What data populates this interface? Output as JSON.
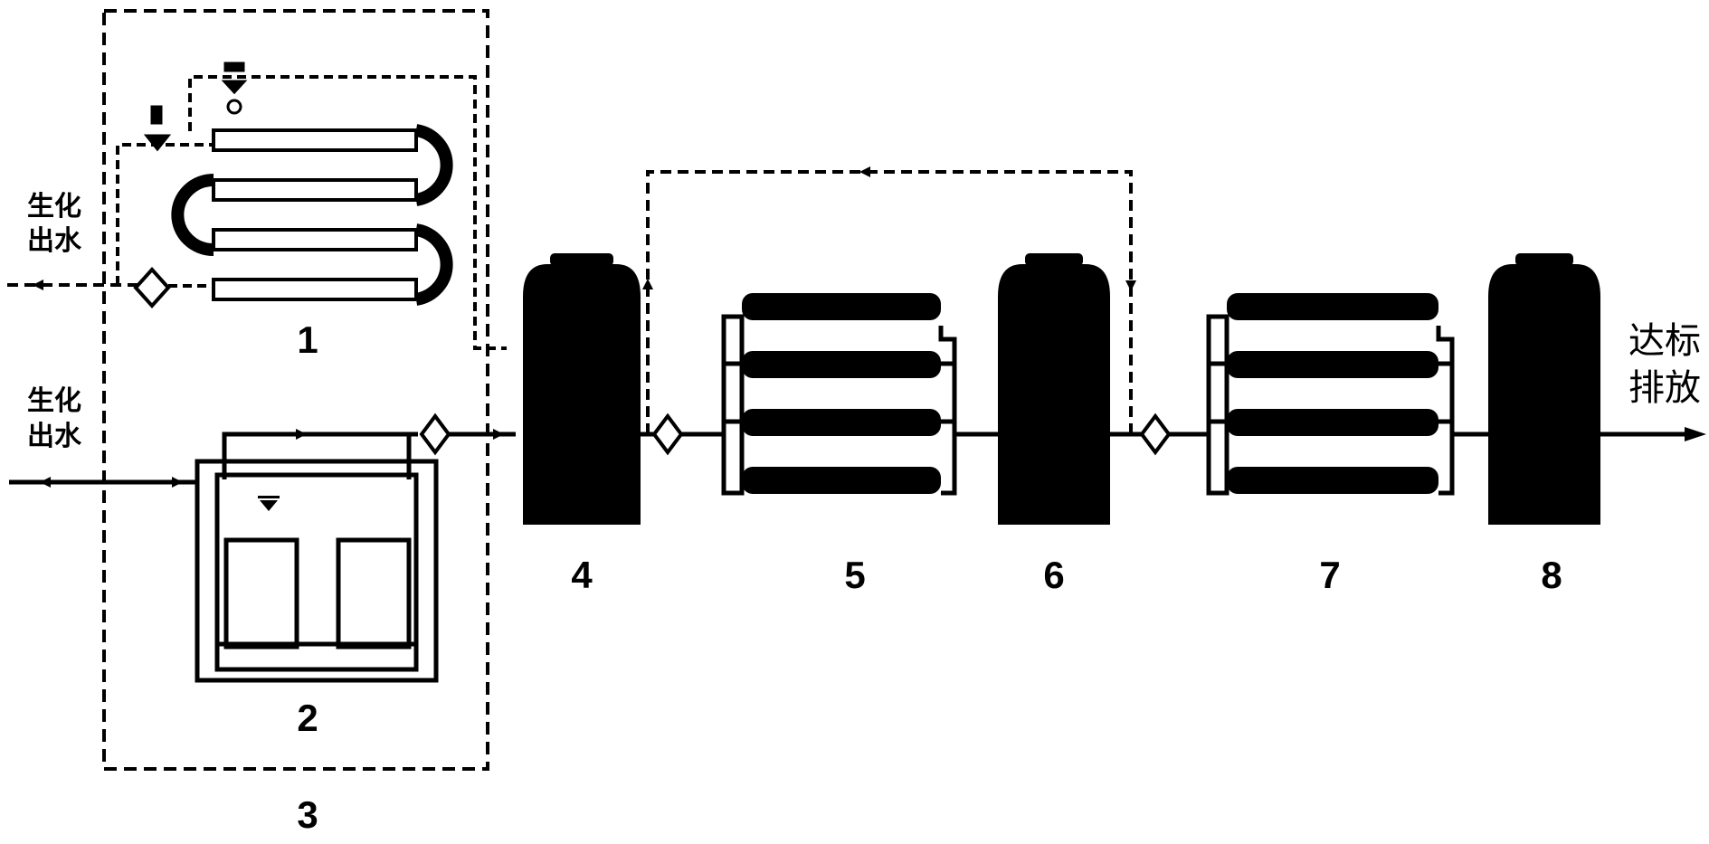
{
  "labels": {
    "inlet_top_line1": "生化",
    "inlet_top_line2": "出水",
    "inlet_bottom_line1": "生化",
    "inlet_bottom_line2": "出水",
    "outlet_line1": "达标",
    "outlet_line2": "排放"
  },
  "units": [
    {
      "id": "1"
    },
    {
      "id": "2"
    },
    {
      "id": "3"
    },
    {
      "id": "4"
    },
    {
      "id": "5"
    },
    {
      "id": "6"
    },
    {
      "id": "7"
    },
    {
      "id": "8"
    }
  ],
  "colors": {
    "line": "#000000",
    "background": "#ffffff"
  }
}
